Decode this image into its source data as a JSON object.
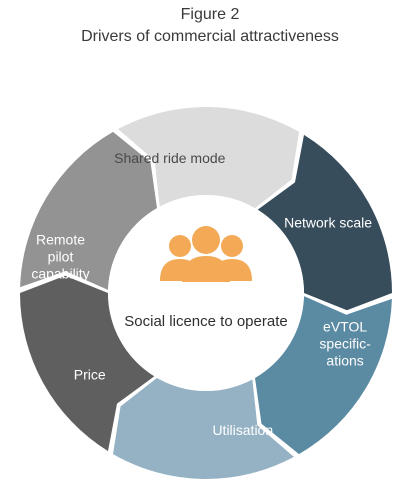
{
  "figure": {
    "number": "Figure 2",
    "title": "Drivers of commercial attractiveness"
  },
  "cycle": {
    "segments": [
      {
        "id": "network-scale",
        "label_lines": [
          "Network scale"
        ],
        "color": "#374d5c",
        "text_color": "#ffffff"
      },
      {
        "id": "evtol-specifications",
        "label_lines": [
          "eVTOL",
          "specific-",
          "ations"
        ],
        "color": "#5b8aa3",
        "text_color": "#ffffff"
      },
      {
        "id": "utilisation",
        "label_lines": [
          "Utilisation"
        ],
        "color": "#95b2c4",
        "text_color": "#ffffff"
      },
      {
        "id": "price",
        "label_lines": [
          "Price"
        ],
        "color": "#5f5f5f",
        "text_color": "#ffffff"
      },
      {
        "id": "remote-pilot-capability",
        "label_lines": [
          "Remote",
          "pilot",
          "capability"
        ],
        "color": "#939393",
        "text_color": "#ffffff"
      },
      {
        "id": "shared-ride-mode",
        "label_lines": [
          "Shared ride mode"
        ],
        "color": "#dcdcdc",
        "text_color": "#4a4a4a"
      }
    ],
    "center": {
      "label": "Social licence to operate",
      "icon": "people-group-icon",
      "icon_color": "#f3a956"
    }
  }
}
